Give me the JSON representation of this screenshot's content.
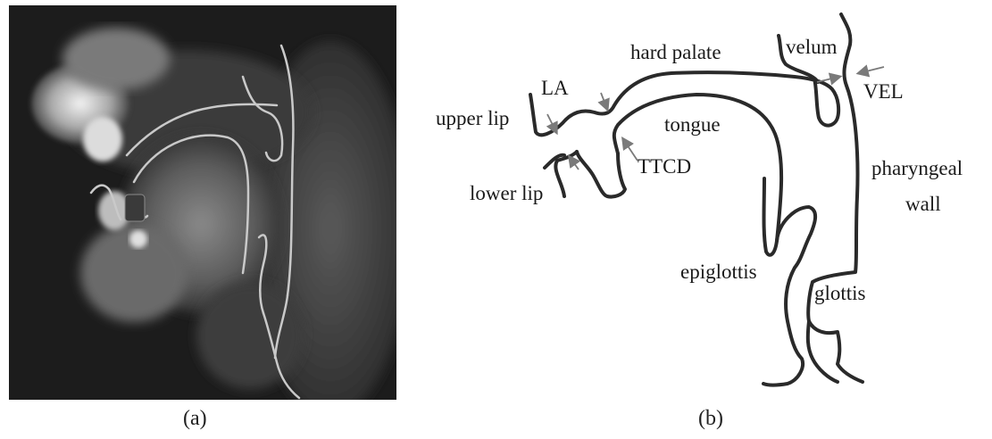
{
  "panel_a": {
    "caption": "(a)"
  },
  "panel_b": {
    "caption": "(b)",
    "labels": {
      "hard_palate": "hard palate",
      "velum": "velum",
      "la": "LA",
      "vel": "VEL",
      "upper_lip": "upper lip",
      "tongue": "tongue",
      "ttcd": "TTCD",
      "lower_lip": "lower lip",
      "pharyngeal_line1": "pharyngeal",
      "pharyngeal_line2": "wall",
      "epiglottis": "epiglottis",
      "glottis": "glottis"
    }
  },
  "colors": {
    "mri_background": "#1c1c1c",
    "mri_contour": "#c9c9c9",
    "outline": "#2a2a2a",
    "arrow": "#7a7a7a"
  }
}
